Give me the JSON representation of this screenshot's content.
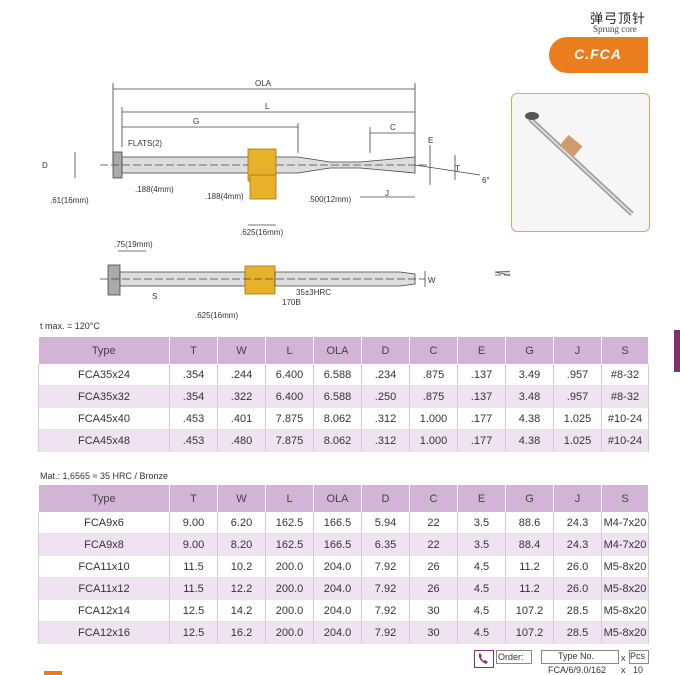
{
  "header": {
    "title_cn": "弹弓顶针",
    "title_en": "Sprung core",
    "badge": "C.FCA"
  },
  "drawing": {
    "top": {
      "ola": "OLA",
      "l": "L",
      "g": "G",
      "c": "C",
      "e": "E",
      "d": "D",
      "t": "T",
      "j": "J",
      "flats": "FLATS(2)",
      "angle": "6°",
      "dim_188_top": ".188(4mm)",
      "dim_61": ".61(16mm)",
      "dim_188_mid": ".188(4mm)",
      "dim_500": ".500(12mm)",
      "dim_625": ".625(16mm)"
    },
    "bottom": {
      "dim_75": ".75(19mm)",
      "s": "S",
      "hrc": "35±3HRC",
      "part": "170B",
      "w": "W",
      "dim_625": ".625(16mm)"
    },
    "side": {
      "e": "E"
    }
  },
  "tmax_note": "t max. = 120°C",
  "table1": {
    "headers": [
      "Type",
      "T",
      "W",
      "L",
      "OLA",
      "D",
      "C",
      "E",
      "G",
      "J",
      "S"
    ],
    "rows": [
      [
        "FCA35x24",
        ".354",
        ".244",
        "6.400",
        "6.588",
        ".234",
        ".875",
        ".137",
        "3.49",
        ".957",
        "#8-32"
      ],
      [
        "FCA35x32",
        ".354",
        ".322",
        "6.400",
        "6.588",
        ".250",
        ".875",
        ".137",
        "3.48",
        ".957",
        "#8-32"
      ],
      [
        "FCA45x40",
        ".453",
        ".401",
        "7.875",
        "8.062",
        ".312",
        "1.000",
        ".177",
        "4.38",
        "1.025",
        "#10-24"
      ],
      [
        "FCA45x48",
        ".453",
        ".480",
        "7.875",
        "8.062",
        ".312",
        "1.000",
        ".177",
        "4.38",
        "1.025",
        "#10-24"
      ]
    ]
  },
  "mat_note": "Mat.: 1,6565 ≈ 35 HRC / Bronze",
  "table2": {
    "headers": [
      "Type",
      "T",
      "W",
      "L",
      "OLA",
      "D",
      "C",
      "E",
      "G",
      "J",
      "S"
    ],
    "rows": [
      [
        "FCA9x6",
        "9.00",
        "6.20",
        "162.5",
        "166.5",
        "5.94",
        "22",
        "3.5",
        "88.6",
        "24.3",
        "M4-7x20"
      ],
      [
        "FCA9x8",
        "9.00",
        "8.20",
        "162.5",
        "166.5",
        "6.35",
        "22",
        "3.5",
        "88.4",
        "24.3",
        "M4-7x20"
      ],
      [
        "FCA11x10",
        "11.5",
        "10.2",
        "200.0",
        "204.0",
        "7.92",
        "26",
        "4.5",
        "11.2",
        "26.0",
        "M5-8x20"
      ],
      [
        "FCA11x12",
        "11.5",
        "12.2",
        "200.0",
        "204.0",
        "7.92",
        "26",
        "4.5",
        "11.2",
        "26.0",
        "M5-8x20"
      ],
      [
        "FCA12x14",
        "12.5",
        "14.2",
        "200.0",
        "204.0",
        "7.92",
        "30",
        "4.5",
        "107.2",
        "28.5",
        "M5-8x20"
      ],
      [
        "FCA12x16",
        "12.5",
        "16.2",
        "200.0",
        "204.0",
        "7.92",
        "30",
        "4.5",
        "107.2",
        "28.5",
        "M5-8x20"
      ]
    ]
  },
  "order": {
    "label": "Order:",
    "type_no": "Type No.",
    "x1": "x",
    "pcs": "Pcs",
    "example": "FCA/6/9.0/162",
    "x2": "x",
    "qty": "10"
  },
  "colors": {
    "accent": "#ec7d1c",
    "header_row": "#d2b4d7",
    "alt_row": "#efe3f1",
    "bronze": "#e8b12a"
  }
}
